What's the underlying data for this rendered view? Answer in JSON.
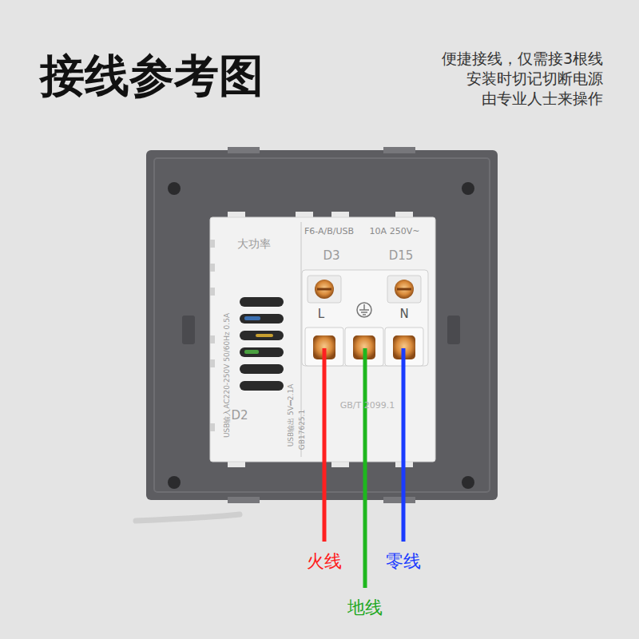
{
  "diagram": {
    "title": "接线参考图",
    "labels": [
      "便捷接线，仅需接3根线",
      "安装时切记切断电源",
      "由专业人士来操作",
      "大功率",
      "F6-A/B/USB",
      "10A 250V~",
      "D3",
      "D15",
      "L",
      "N",
      "D2",
      "GB/T 2099.1",
      "USB输入AC220-250V 50/60Hz 0.5A",
      "USB输出 5V⎓2.1A",
      "GB17625.1",
      "火线",
      "地线",
      "零线"
    ]
  }
}
